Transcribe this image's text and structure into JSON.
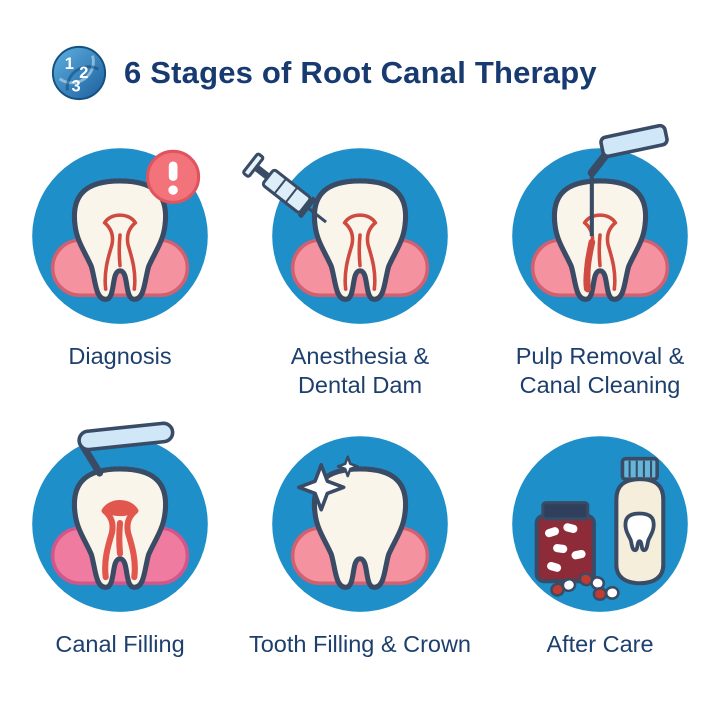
{
  "header": {
    "title": "6 Stages of Root Canal Therapy",
    "logo_numbers": [
      "1",
      "2",
      "3"
    ]
  },
  "stages": [
    {
      "label": "Diagnosis",
      "icon": "tooth-alert-icon"
    },
    {
      "label": "Anesthesia &\nDental Dam",
      "icon": "tooth-syringe-icon"
    },
    {
      "label": "Pulp Removal &\nCanal Cleaning",
      "icon": "tooth-endo-file-icon"
    },
    {
      "label": "Canal Filling",
      "icon": "tooth-filling-tool-icon"
    },
    {
      "label": "Tooth Filling & Crown",
      "icon": "tooth-sparkle-icon"
    },
    {
      "label": "After Care",
      "icon": "mouthwash-pills-icon"
    }
  ],
  "colors": {
    "circle_blue": "#1e8fc8",
    "title_navy": "#173a70",
    "label_navy": "#1d3f6e",
    "tooth_cream": "#faf5ea",
    "outline_navy": "#3a4b66",
    "gum_pink": "#f5929f",
    "gum_magenta": "#f07ba0",
    "canal_red": "#cf4b41",
    "alert_pink": "#f3737b",
    "pill_jar_red": "#8d2b38",
    "mouthwash_cream": "#f4eeda",
    "cap_blue": "#63b6d8"
  }
}
